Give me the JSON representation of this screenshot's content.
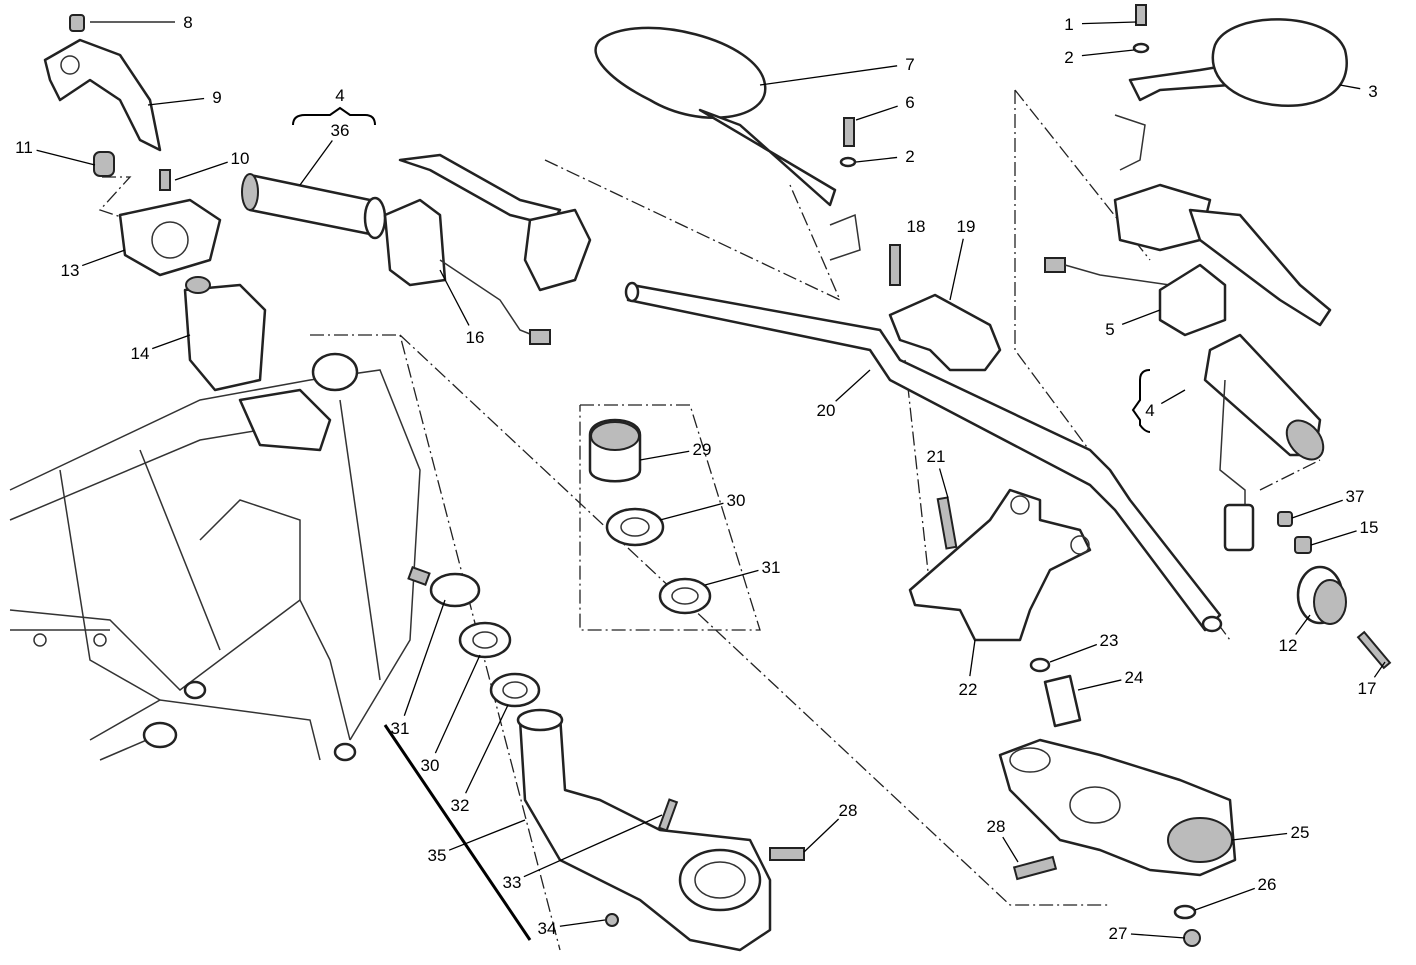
{
  "diagram": {
    "type": "exploded-parts-view",
    "callouts": [
      "8",
      "9",
      "11",
      "10",
      "13",
      "14",
      "4",
      "36",
      "16",
      "7",
      "6",
      "2",
      "18",
      "19",
      "20",
      "29",
      "30",
      "31",
      "1",
      "2",
      "3",
      "5",
      "4",
      "37",
      "15",
      "12",
      "17",
      "21",
      "22",
      "23",
      "24",
      "25",
      "26",
      "27",
      "28",
      "28",
      "31",
      "30",
      "32",
      "35",
      "33",
      "34"
    ]
  }
}
